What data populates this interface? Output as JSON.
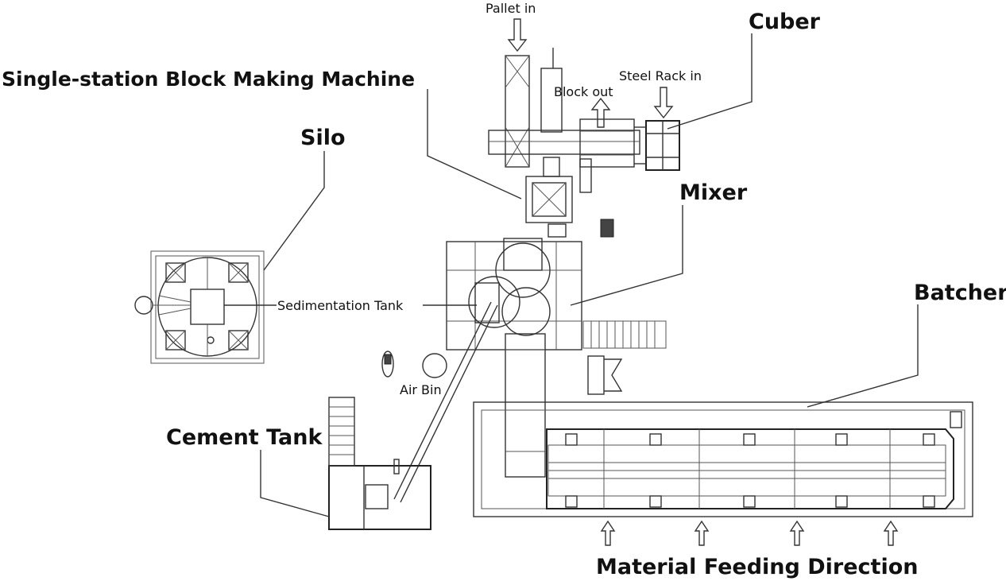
{
  "labels": {
    "pallet_in": "Pallet in",
    "cuber": "Cuber",
    "block_machine": "Single-station Block Making Machine",
    "block_out": "Block out",
    "steel_rack_in": "Steel Rack in",
    "silo": "Silo",
    "mixer": "Mixer",
    "sedimentation_tank": "Sedimentation Tank",
    "batcher": "Batcher",
    "air_bin": "Air Bin",
    "cement_tank": "Cement Tank",
    "material_feeding_direction": "Material Feeding Direction"
  },
  "colors": {
    "line": "#333333",
    "text": "#111111",
    "background": "#ffffff"
  }
}
